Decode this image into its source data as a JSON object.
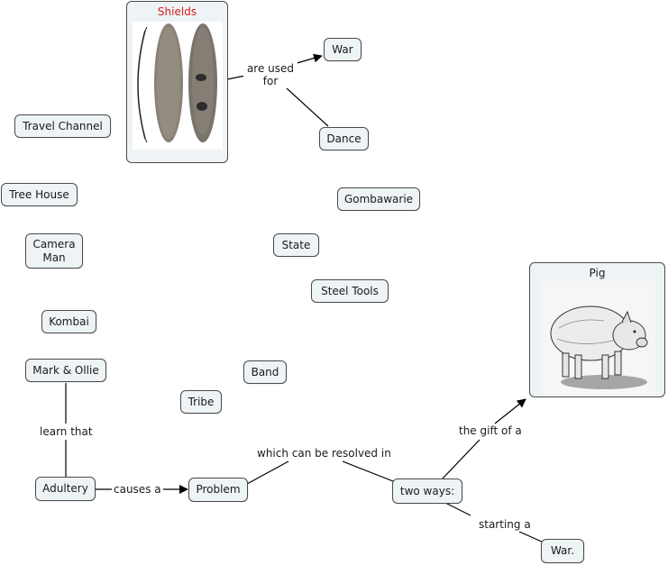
{
  "concepts": {
    "shields": "Shields",
    "war_top": "War",
    "dance": "Dance",
    "travel_channel": "Travel Channel",
    "tree_house": "Tree House",
    "camera_man": "Camera\nMan",
    "kombai": "Kombai",
    "mark_ollie": "Mark & Ollie",
    "gombawarie": "Gombawarie",
    "state": "State",
    "steel_tools": "Steel Tools",
    "band": "Band",
    "tribe": "Tribe",
    "adultery": "Adultery",
    "problem": "Problem",
    "two_ways": "two ways:",
    "war_bottom": "War.",
    "pig": "Pig"
  },
  "links": {
    "are_used_for": "are used\nfor",
    "learn_that": "learn that",
    "causes_a": "causes a",
    "resolved_in": "which can be resolved in",
    "gift_of_a": "the gift of a",
    "starting_a": "starting a"
  },
  "colors": {
    "node_fill": "#eef3f6",
    "node_border": "#4a4a4a",
    "shields_title": "#d42020",
    "link_line": "#000000"
  },
  "icons": {
    "shields_image": "shields-illustration",
    "pig_image": "pig-illustration"
  }
}
